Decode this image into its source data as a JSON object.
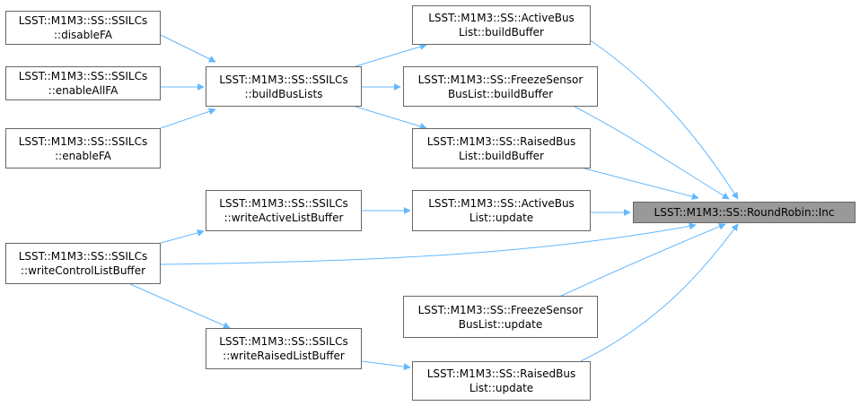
{
  "nodes": {
    "disableFA": [
      "LSST::M1M3::SS::SSILCs",
      "::disableFA"
    ],
    "enableAllFA": [
      "LSST::M1M3::SS::SSILCs",
      "::enableAllFA"
    ],
    "enableFA": [
      "LSST::M1M3::SS::SSILCs",
      "::enableFA"
    ],
    "buildBusLists": [
      "LSST::M1M3::SS::SSILCs",
      "::buildBusLists"
    ],
    "writeControlListBuffer": [
      "LSST::M1M3::SS::SSILCs",
      "::writeControlListBuffer"
    ],
    "writeActiveListBuffer": [
      "LSST::M1M3::SS::SSILCs",
      "::writeActiveListBuffer"
    ],
    "writeRaisedListBuffer": [
      "LSST::M1M3::SS::SSILCs",
      "::writeRaisedListBuffer"
    ],
    "activeBuildBuffer": [
      "LSST::M1M3::SS::ActiveBus",
      "List::buildBuffer"
    ],
    "freezeBuildBuffer": [
      "LSST::M1M3::SS::FreezeSensor",
      "BusList::buildBuffer"
    ],
    "raisedBuildBuffer": [
      "LSST::M1M3::SS::RaisedBus",
      "List::buildBuffer"
    ],
    "activeUpdate": [
      "LSST::M1M3::SS::ActiveBus",
      "List::update"
    ],
    "freezeUpdate": [
      "LSST::M1M3::SS::FreezeSensor",
      "BusList::update"
    ],
    "raisedUpdate": [
      "LSST::M1M3::SS::RaisedBus",
      "List::update"
    ],
    "inc": [
      "LSST::M1M3::SS::RoundRobin::Inc"
    ]
  },
  "edges": [
    {
      "from": "disableFA",
      "to": "buildBusLists"
    },
    {
      "from": "enableAllFA",
      "to": "buildBusLists"
    },
    {
      "from": "enableFA",
      "to": "buildBusLists"
    },
    {
      "from": "buildBusLists",
      "to": "activeBuildBuffer"
    },
    {
      "from": "buildBusLists",
      "to": "freezeBuildBuffer"
    },
    {
      "from": "buildBusLists",
      "to": "raisedBuildBuffer"
    },
    {
      "from": "writeControlListBuffer",
      "to": "writeActiveListBuffer"
    },
    {
      "from": "writeControlListBuffer",
      "to": "writeRaisedListBuffer"
    },
    {
      "from": "writeControlListBuffer",
      "to": "inc"
    },
    {
      "from": "writeActiveListBuffer",
      "to": "activeUpdate"
    },
    {
      "from": "writeRaisedListBuffer",
      "to": "raisedUpdate"
    },
    {
      "from": "activeBuildBuffer",
      "to": "inc"
    },
    {
      "from": "freezeBuildBuffer",
      "to": "inc"
    },
    {
      "from": "raisedBuildBuffer",
      "to": "inc"
    },
    {
      "from": "activeUpdate",
      "to": "inc"
    },
    {
      "from": "freezeUpdate",
      "to": "inc"
    },
    {
      "from": "raisedUpdate",
      "to": "inc"
    }
  ],
  "colors": {
    "edge": "#63b8ff",
    "node_border": "#666666",
    "focus_fill": "#999999",
    "node_fill": "#ffffff"
  }
}
